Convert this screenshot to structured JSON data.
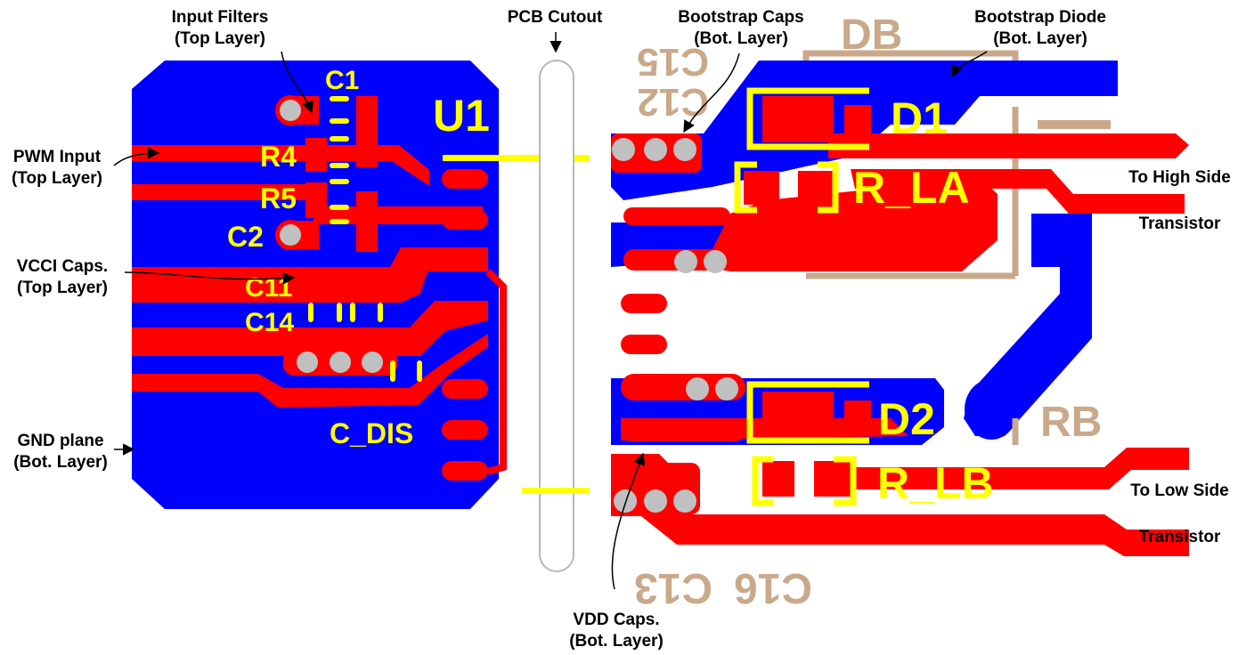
{
  "colors": {
    "copper_bottom": "#0000ff",
    "copper_top": "#ff0000",
    "silkscreen_top": "#ffff00",
    "silkscreen_bottom": "#c9a98a",
    "via": "#c0c0c0",
    "cutout": "#c0c0c0",
    "annotation": "#000000"
  },
  "callouts": {
    "input_filters": [
      "Input Filters",
      "(Top Layer)"
    ],
    "pcb_cutout": [
      "PCB Cutout"
    ],
    "bootstrap_caps": [
      "Bootstrap Caps",
      "(Bot. Layer)"
    ],
    "bootstrap_diode": [
      "Bootstrap Diode",
      "(Bot. Layer)"
    ],
    "pwm_input": [
      "PWM Input",
      "(Top Layer)"
    ],
    "vcci_caps": [
      "VCCI Caps.",
      "(Top Layer)"
    ],
    "gnd_plane": [
      "GND plane",
      "(Bot. Layer)"
    ],
    "to_high_side": [
      "To High Side",
      "Transistor"
    ],
    "to_low_side": [
      "To Low Side",
      "Transistor"
    ],
    "vdd_caps": [
      "VDD Caps.",
      "(Bot. Layer)"
    ]
  },
  "silkscreen_top": {
    "u1": "U1",
    "c1": "C1",
    "r4": "R4",
    "r5": "R5",
    "c2": "C2",
    "c11": "C11",
    "c14": "C14",
    "c_dis": "C_DIS",
    "d1": "D1",
    "r_la": "R_LA",
    "d2": "D2",
    "r_lb": "R_LB"
  },
  "silkscreen_bottom": {
    "db": "DB",
    "c15": "C15",
    "c12": "C12",
    "rb": "RB",
    "c16": "C16",
    "c13": "C13"
  }
}
